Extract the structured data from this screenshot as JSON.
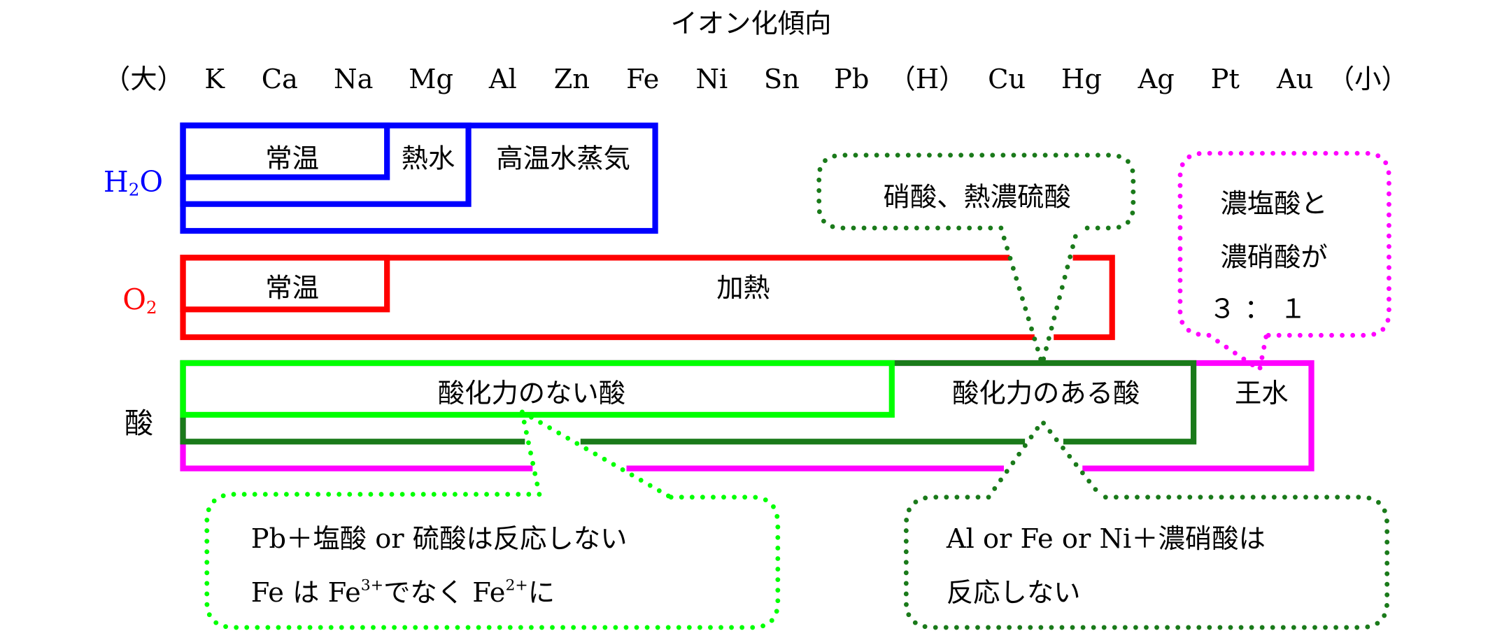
{
  "title": "イオン化傾向",
  "series": [
    "（大）",
    "K",
    "Ca",
    "Na",
    "Mg",
    "Al",
    "Zn",
    "Fe",
    "Ni",
    "Sn",
    "Pb",
    "（H）",
    "Cu",
    "Hg",
    "Ag",
    "Pt",
    "Au",
    "（小）"
  ],
  "colors": {
    "water": "#0000ff",
    "oxygen": "#ff0000",
    "nonoxidizing": "#00ff00",
    "oxidizing": "#1a7a1a",
    "aquaregia": "#ff00ff"
  },
  "water": {
    "label_main": "H",
    "label_sub": "2",
    "label_end": "O",
    "room_temp": "常温",
    "hot_water": "熱水",
    "steam": "高温水蒸気"
  },
  "oxygen": {
    "label_main": "O",
    "label_sub": "2",
    "room_temp": "常温",
    "heated": "加熱"
  },
  "acid": {
    "label": "酸",
    "nonoxidizing": "酸化力のない酸",
    "oxidizing": "酸化力のある酸",
    "aqua_regia": "王水"
  },
  "callouts": {
    "oxidizing_acids": "硝酸、熱濃硫酸",
    "aqua_regia_lines": [
      "濃塩酸と",
      "濃硝酸が",
      "３ ： １"
    ],
    "nonoxidizing_note": {
      "line1": "Pb＋塩酸 or 硫酸は反応しない",
      "line2_a": "Fe は Fe",
      "line2_sup1": "3+",
      "line2_b": "でなく Fe",
      "line2_sup2": "2+",
      "line2_c": "に"
    },
    "passivation_note": {
      "line1": "Al or Fe or Ni＋濃硝酸は",
      "line2": "反応しない"
    }
  }
}
